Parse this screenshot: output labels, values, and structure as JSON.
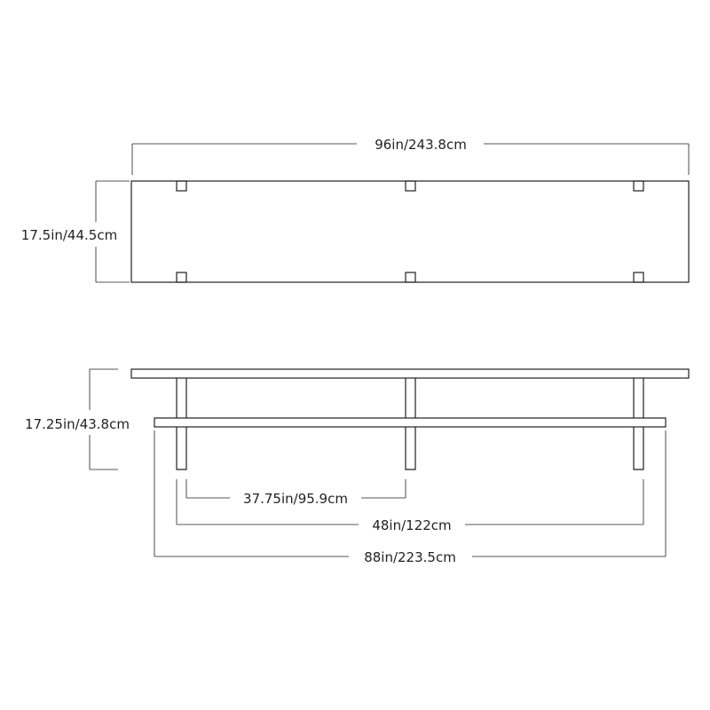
{
  "top_view": {
    "width_label": "96in/243.8cm",
    "depth_label": "17.5in/44.5cm"
  },
  "front_view": {
    "height_label": "17.25in/43.8cm",
    "leg_spacing_label": "37.75in/95.9cm",
    "outer_leg_span_label": "48in/122cm",
    "lower_shelf_label": "88in/223.5cm"
  }
}
